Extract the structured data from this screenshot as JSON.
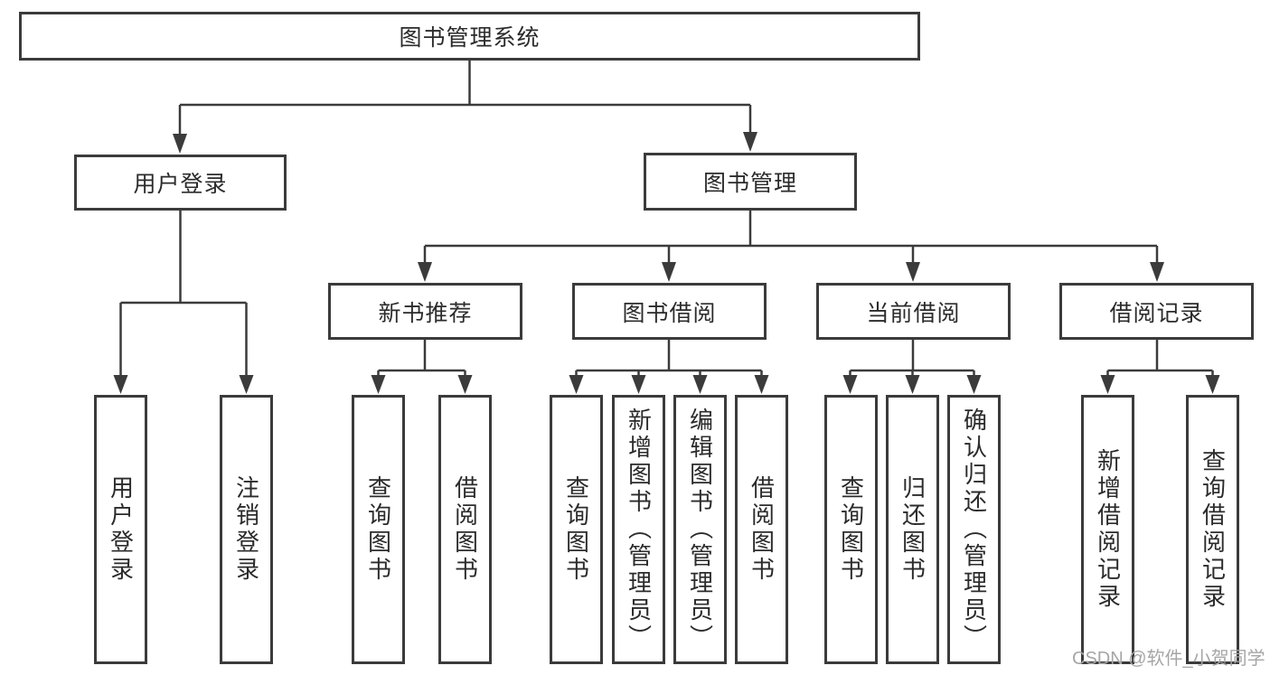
{
  "diagram_title": "图书管理系统",
  "tree": {
    "label": "图书管理系统",
    "children": [
      {
        "label": "用户登录",
        "children": [
          {
            "label": "用户登录"
          },
          {
            "label": "注销登录"
          }
        ]
      },
      {
        "label": "图书管理",
        "children": [
          {
            "label": "新书推荐",
            "children": [
              {
                "label": "查询图书"
              },
              {
                "label": "借阅图书"
              }
            ]
          },
          {
            "label": "图书借阅",
            "children": [
              {
                "label": "查询图书"
              },
              {
                "label": "新增图书（管理员）"
              },
              {
                "label": "编辑图书（管理员）"
              },
              {
                "label": "借阅图书"
              }
            ]
          },
          {
            "label": "当前借阅",
            "children": [
              {
                "label": "查询图书"
              },
              {
                "label": "归还图书"
              },
              {
                "label": "确认归还（管理员）"
              }
            ]
          },
          {
            "label": "借阅记录",
            "children": [
              {
                "label": "新增借阅记录"
              },
              {
                "label": "查询借阅记录"
              }
            ]
          }
        ]
      }
    ]
  },
  "watermark": "CSDN @软件_小贺同学",
  "colors": {
    "line": "#3b3b3b",
    "node_text": "#2b2b2b",
    "background": "#ffffff",
    "watermark": "#a6a6a6"
  }
}
